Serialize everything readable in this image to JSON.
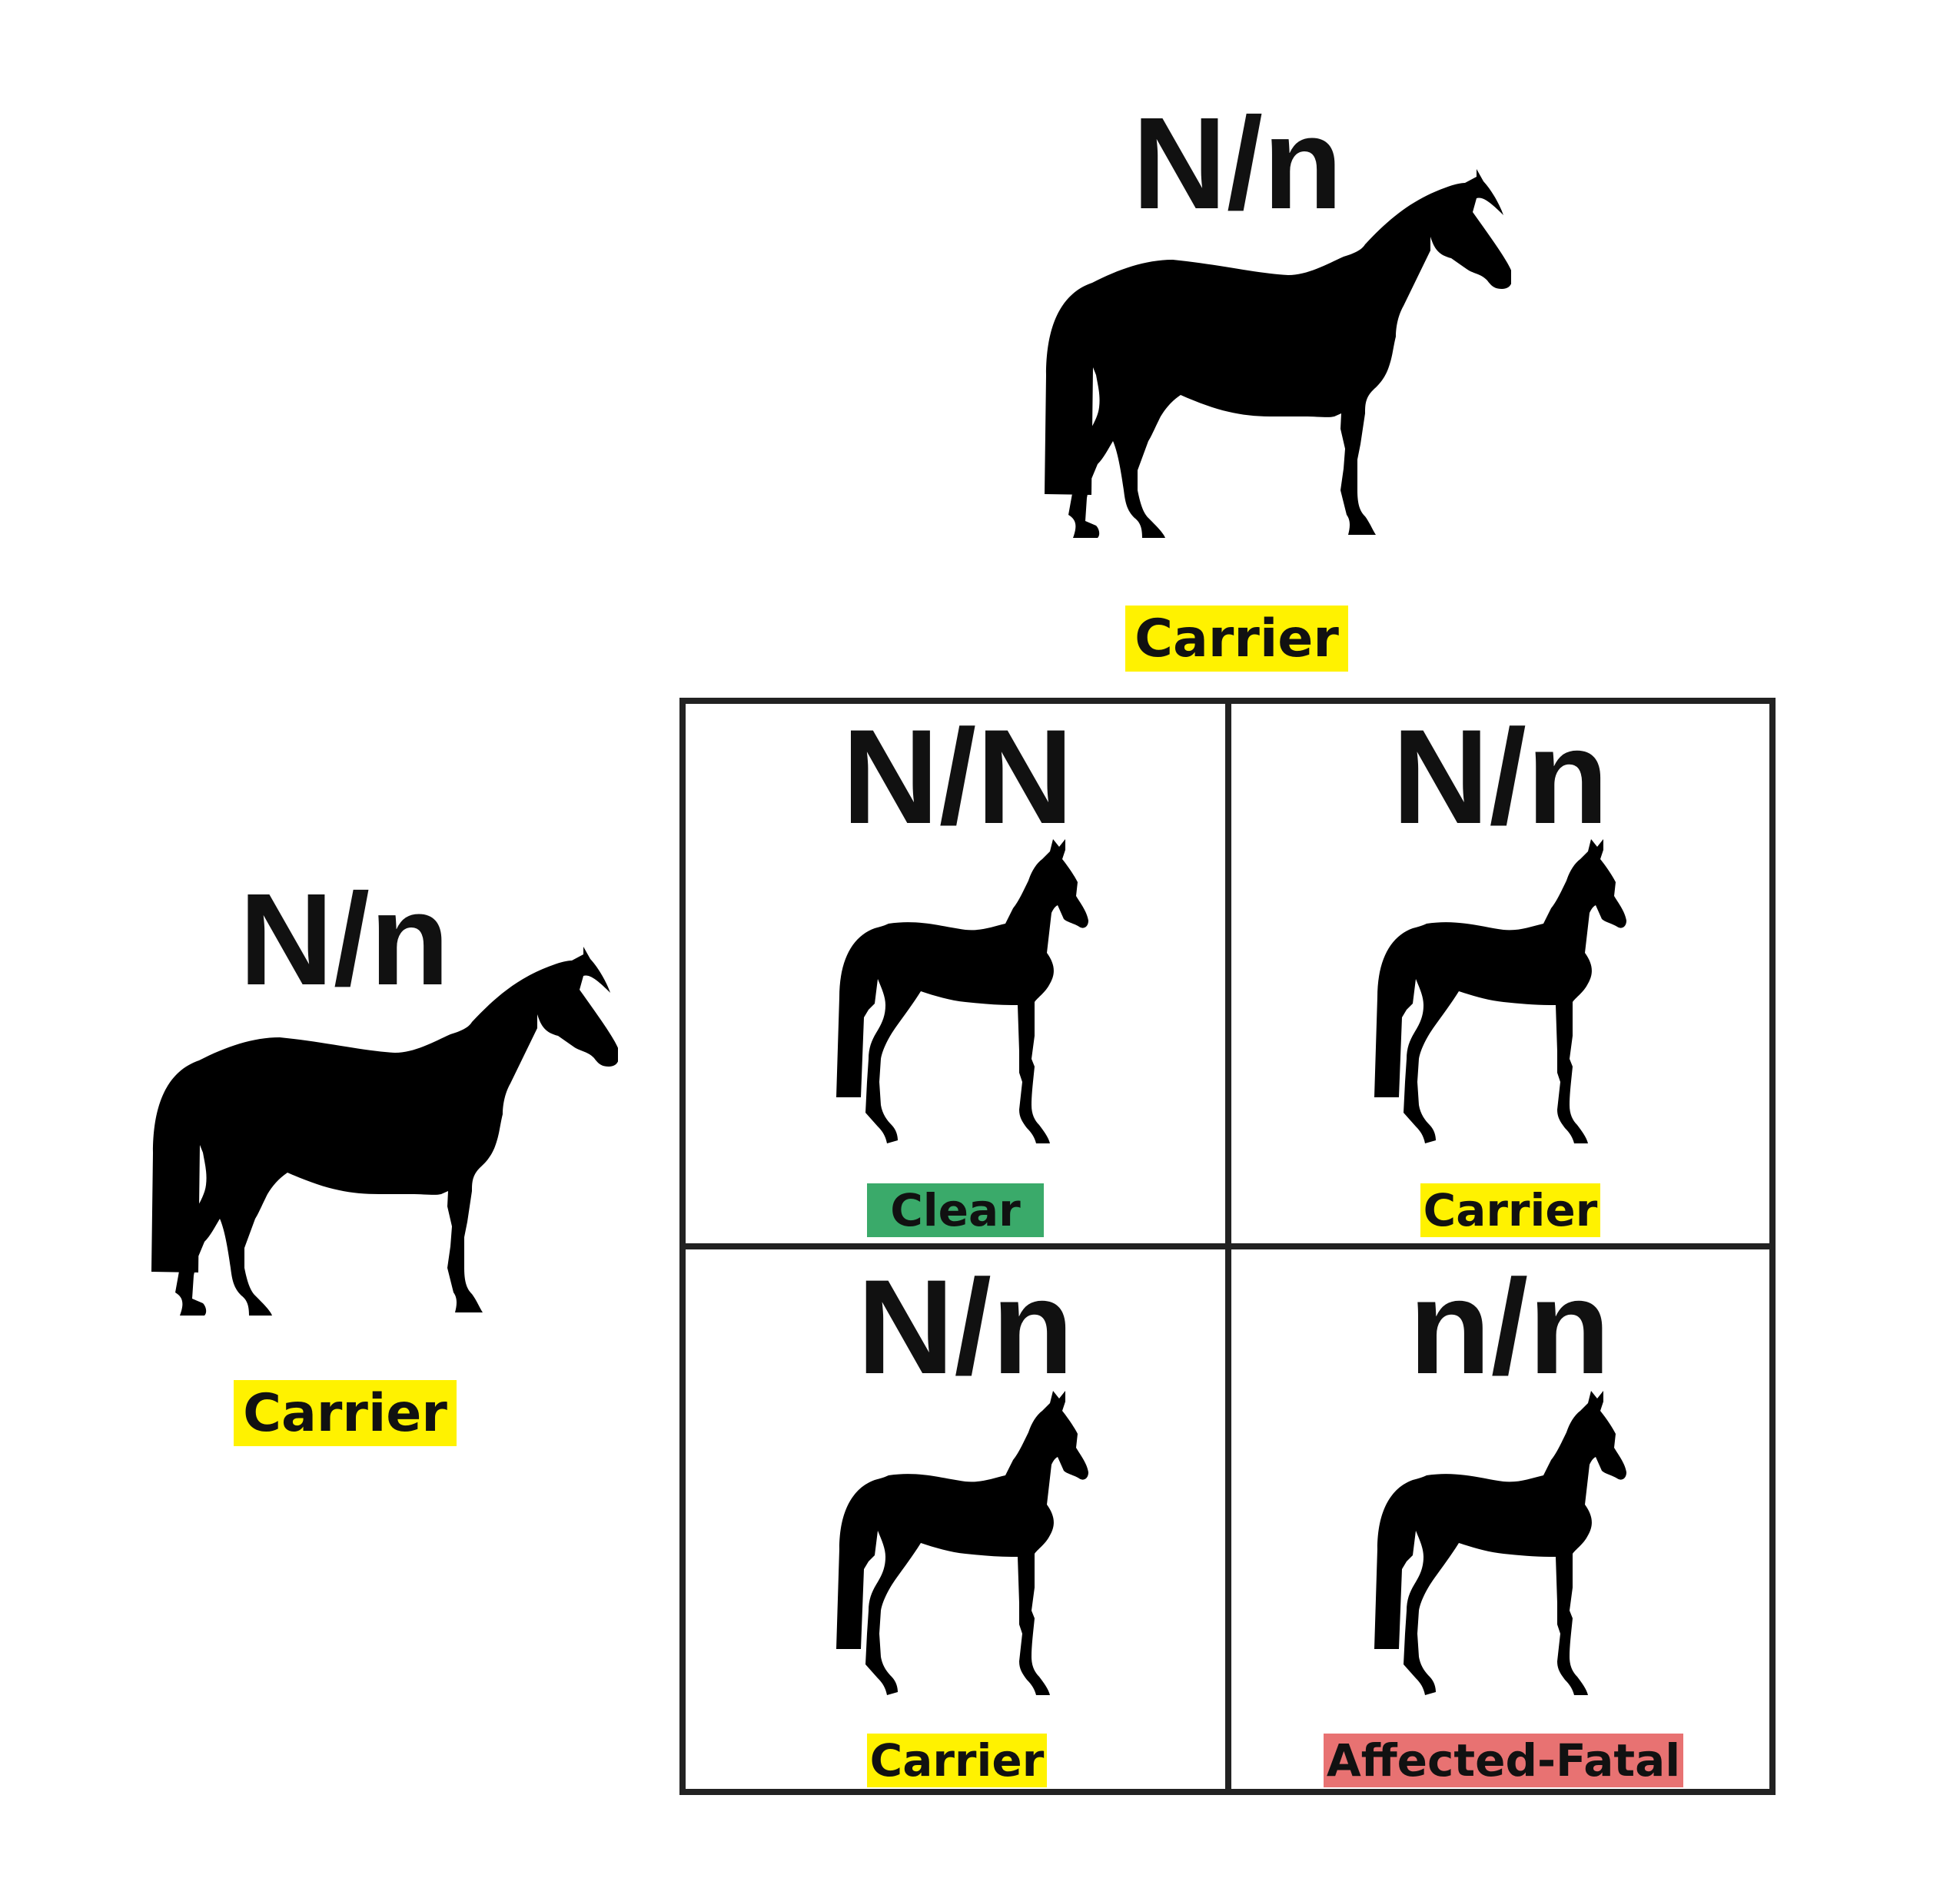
{
  "colors": {
    "carrier": "#fff200",
    "clear": "#3aaa6a",
    "affected": "#e87272",
    "grid_line": "#222222",
    "silhouette": "#000000"
  },
  "sire": {
    "genotype": "N/n",
    "status": "Carrier"
  },
  "dam": {
    "genotype": "N/n",
    "status": "Carrier"
  },
  "offspring": [
    {
      "genotype": "N/N",
      "status": "Clear",
      "status_color": "#3aaa6a"
    },
    {
      "genotype": "N/n",
      "status": "Carrier",
      "status_color": "#fff200"
    },
    {
      "genotype": "N/n",
      "status": "Carrier",
      "status_color": "#fff200"
    },
    {
      "genotype": "n/n",
      "status": "Affected-Fatal",
      "status_color": "#e87272"
    }
  ]
}
